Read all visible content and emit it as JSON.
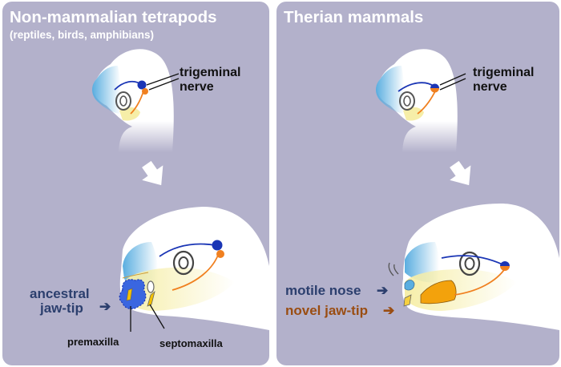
{
  "left_panel": {
    "title": "Non-mammalian tetrapods",
    "subtitle": "(reptiles, birds, amphibians)",
    "nerve_label_line1": "trigeminal",
    "nerve_label_line2": "nerve",
    "jaw_label_line1": "ancestral",
    "jaw_label_line2": "jaw-tip",
    "jaw_arrow": "➔",
    "premaxilla_label": "premaxilla",
    "septomaxilla_label": "septomaxilla"
  },
  "right_panel": {
    "title": "Therian mammals",
    "nerve_label_line1": "trigeminal",
    "nerve_label_line2": "nerve",
    "motile_label": "motile nose",
    "motile_arrow": "➔",
    "novel_label": "novel jaw-tip",
    "novel_arrow": "➔"
  },
  "colors": {
    "panel_bg": "#b3b1cb",
    "head": "#ffffff",
    "blue_region": "#5aaee0",
    "yellow_region": "#f6eea8",
    "nerve_blue": "#1a35b5",
    "nerve_orange": "#f08020",
    "premaxilla": "#3a66e0",
    "novel_jaw": "#f3a20c",
    "label_navy": "#2c3f6e",
    "label_brown": "#9a4d12"
  }
}
